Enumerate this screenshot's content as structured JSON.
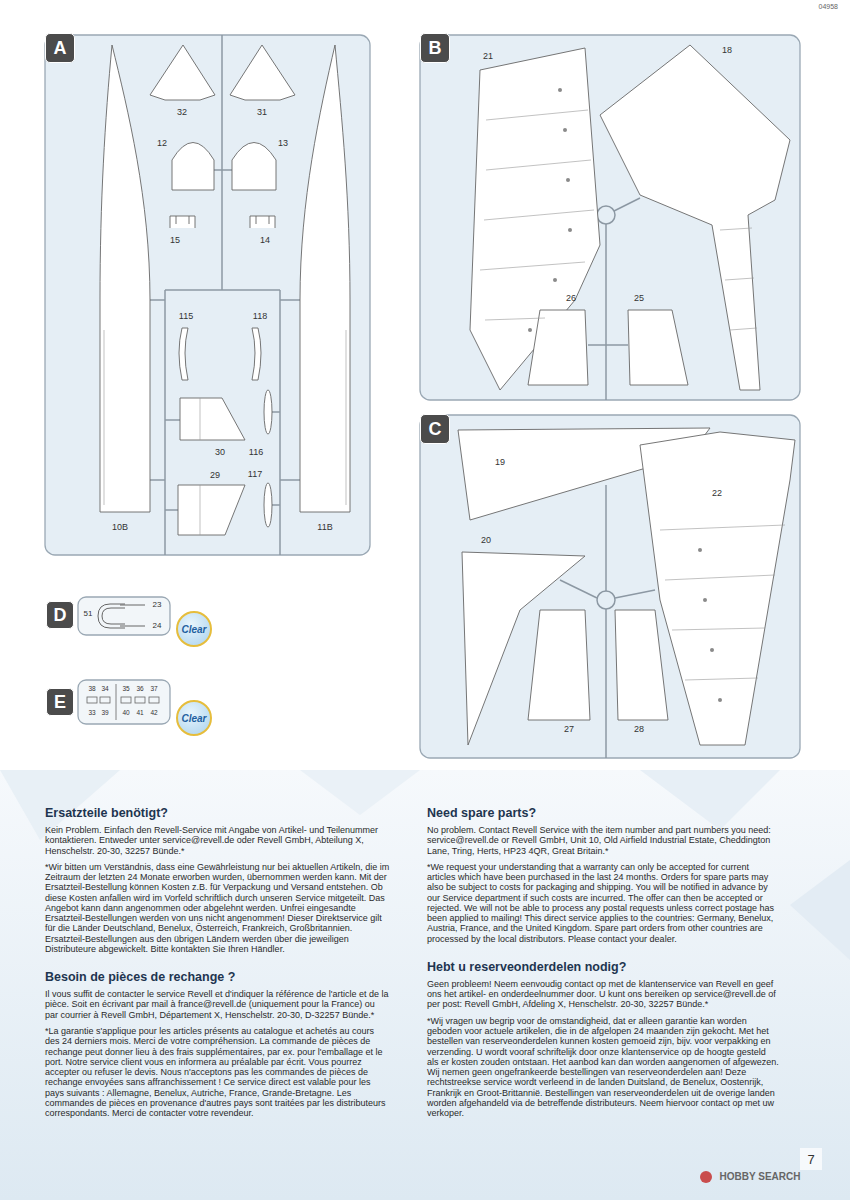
{
  "diagram": {
    "nodes": [
      {
        "text": [
          "A"
        ]
      },
      {
        "text": [
          "B"
        ]
      },
      {
        "text": [
          "C"
        ]
      },
      {
        "text": [
          "D"
        ]
      },
      {
        "text": [
          "Clear"
        ]
      },
      {
        "text": [
          "E"
        ]
      },
      {
        "text": [
          "Clear"
        ]
      }
    ],
    "labels": [
      "04958",
      "32",
      "31",
      "12",
      "13",
      "15",
      "14",
      "115",
      "118",
      "30",
      "116",
      "29",
      "117",
      "10B",
      "11B",
      "21",
      "18",
      "26",
      "25",
      "19",
      "22",
      "20",
      "27",
      "28",
      "51",
      "23",
      "24",
      "38",
      "34",
      "35",
      "36",
      "37",
      "33",
      "39",
      "40",
      "41",
      "42",
      "Ersatzteile benötigt?",
      "Kein Problem. Einfach den Revell-Service mit Angabe von Artikel- und Teilenummer kontaktieren. Entweder unter service@revell.de oder Revell GmbH, Abteilung X, Henschelstr. 20-30, 32257 Bünde.*",
      "*Wir bitten um Verständnis, dass eine Gewährleistung nur bei aktuellen Artikeln, die im Zeitraum der letzten 24 Monate erworben wurden, übernommen werden kann. Mit der Ersatzteil-Bestellung können Kosten z.B. für Verpackung und Versand entstehen. Ob diese Kosten anfallen wird im Vorfeld schriftlich durch unseren Service mitgeteilt. Das Angebot kann dann angenommen oder abgelehnt werden. Unfrei eingesandte Ersatzteil-Bestellungen werden von uns nicht angenommen! Dieser Direktservice gilt für die Länder Deutschland, Benelux, Österreich, Frankreich, Großbritannien. Ersatzteil-Bestellungen aus den übrigen Ländern werden über die jeweiligen Distributeure abgewickelt. Bitte kontakten Sie Ihren Händler.",
      "Besoin de pièces de rechange ?",
      "Il vous suffit de contacter le service Revell et d'indiquer la référence de l'article et de la pièce. Soit en écrivant par mail à france@revell.de (uniquement pour la France) ou par courrier à Revell GmbH, Département X, Henschelstr. 20-30, D-32257 Bünde.*",
      "*La garantie s'applique pour les articles présents au catalogue et achetés au cours des 24 derniers mois. Merci de votre compréhension. La commande de pièces de rechange peut donner lieu à des frais supplémentaires, par ex. pour l'emballage et le port. Notre service client vous en informera au préalable par écrit. Vous pourrez accepter ou refuser le devis. Nous n'acceptons pas les commandes de pièces de rechange envoyées sans affranchissement ! Ce service direct est valable pour les pays suivants : Allemagne, Benelux, Autriche, France, Grande-Bretagne. Les commandes de pièces en provenance d'autres pays sont traitées par les distributeurs correspondants. Merci de contacter votre revendeur.",
      "Need spare parts?",
      "No problem. Contact Revell Service with the item number and part numbers you need: service@revell.de or Revell GmbH, Unit 10, Old Airfield Industrial Estate, Cheddington Lane, Tring, Herts, HP23 4QR, Great Britain.*",
      "*We request your understanding that a warranty can only be accepted for current articles which have been purchased in the last 24 months. Orders for spare parts may also be subject to costs for packaging and shipping. You will be notified in advance by our Service department if such costs are incurred. The offer can then be accepted or rejected. We will not be able to process any postal requests unless correct postage has been applied to mailing! This direct service applies to the countries: Germany, Benelux, Austria, France, and the United Kingdom. Spare part orders from other countries are processed by the local distributors. Please contact your dealer.",
      "Hebt u reserveonderdelen nodig?",
      "Geen probleem! Neem eenvoudig contact op met de klantenservice van Revell en geef ons het artikel- en onderdeelnummer door. U kunt ons bereiken op service@revell.de of per post: Revell GmbH, Afdeling X, Henschelstr. 20-30, 32257 Bünde.*",
      "*Wij vragen uw begrip voor de omstandigheid, dat er alleen garantie kan worden geboden voor actuele artikelen, die in de afgelopen 24 maanden zijn gekocht. Met het bestellen van reserveonderdelen kunnen kosten gemoeid zijn, bijv. voor verpakking en verzending. U wordt vooraf schriftelijk door onze klantenservice op de hoogte gesteld als er kosten zouden ontstaan. Het aanbod kan dan worden aangenomen of afgewezen. Wij nemen geen ongefrankeerde bestellingen van reserveonderdelen aan! Deze rechtstreekse service wordt verleend in de landen Duitsland, de Benelux, Oostenrijk, Frankrijk en Groot-Brittannië. Bestellingen van reserveonderdelen uit de overige landen worden afgehandeld via de betreffende distributeurs. Neem hiervoor contact op met uw verkoper.",
      "7",
      "HOBBY SEARCH"
    ]
  }
}
